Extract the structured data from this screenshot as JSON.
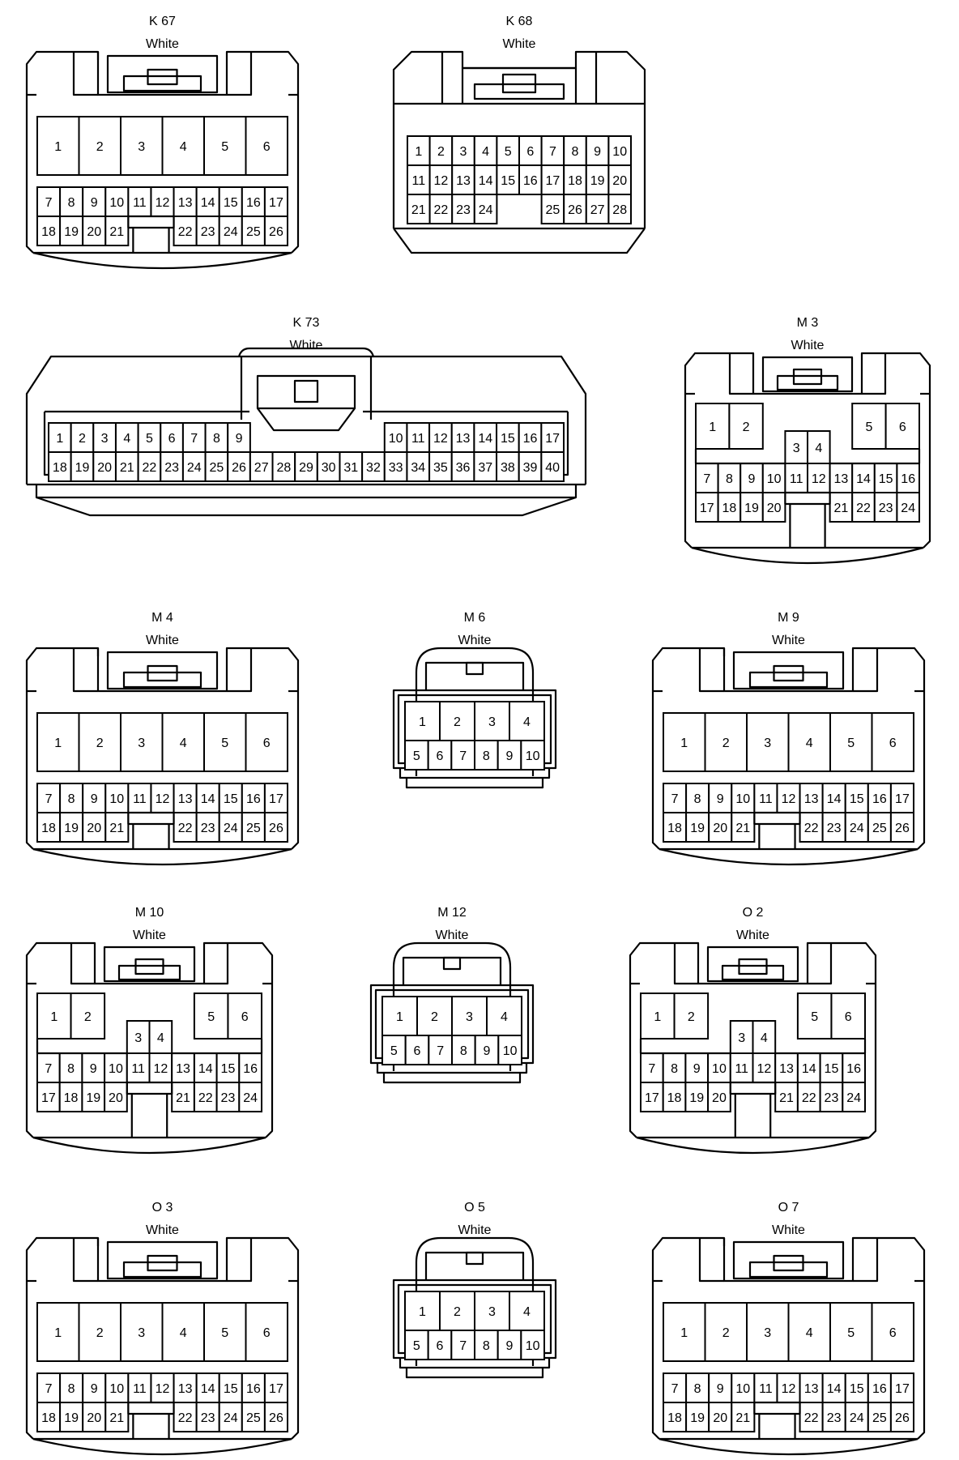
{
  "connectors": [
    {
      "id": "K 67",
      "color": "White",
      "type": "c26"
    },
    {
      "id": "K 68",
      "color": "White",
      "type": "c28"
    },
    {
      "id": "K 73",
      "color": "White",
      "type": "c40"
    },
    {
      "id": "M 3",
      "color": "White",
      "type": "c24"
    },
    {
      "id": "M 4",
      "color": "White",
      "type": "c26"
    },
    {
      "id": "M 6",
      "color": "White",
      "type": "c10"
    },
    {
      "id": "M 9",
      "color": "White",
      "type": "c26"
    },
    {
      "id": "M 10",
      "color": "White",
      "type": "c24"
    },
    {
      "id": "M 12",
      "color": "White",
      "type": "c10"
    },
    {
      "id": "O 2",
      "color": "White",
      "type": "c24"
    },
    {
      "id": "O 3",
      "color": "White",
      "type": "c26"
    },
    {
      "id": "O 5",
      "color": "White",
      "type": "c10"
    },
    {
      "id": "O 7",
      "color": "White",
      "type": "c26"
    }
  ]
}
